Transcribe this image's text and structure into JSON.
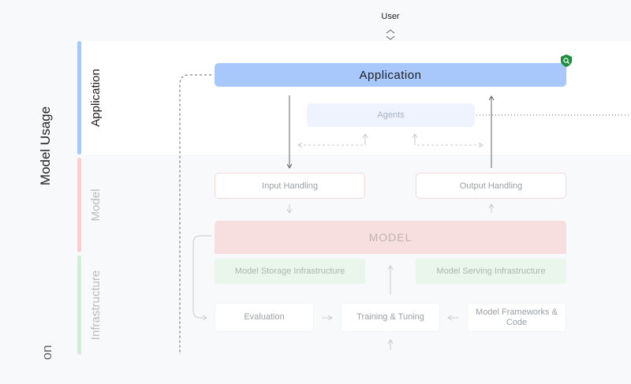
{
  "diagram": {
    "side_title": "Model Usage",
    "side_title_cut": "on",
    "user_label": "User",
    "sections": {
      "application": "Application",
      "model": "Model",
      "infrastructure": "Infrastructure"
    },
    "boxes": {
      "application": "Application",
      "agents": "Agents",
      "input_handling": "Input Handling",
      "output_handling": "Output Handling",
      "model": "MODEL",
      "model_storage": "Model Storage Infrastructure",
      "model_serving": "Model Serving Infrastructure",
      "evaluation": "Evaluation",
      "training": "Training & Tuning",
      "frameworks": "Model Frameworks & Code"
    },
    "icons": {
      "user": "chevron-up-down-icon",
      "shield": "shield-search-icon"
    },
    "colors": {
      "application": "#a8c7fa",
      "model": "#f8dfdf",
      "infrastructure": "#eaf5ec",
      "shield": "#1e8e3e"
    }
  }
}
